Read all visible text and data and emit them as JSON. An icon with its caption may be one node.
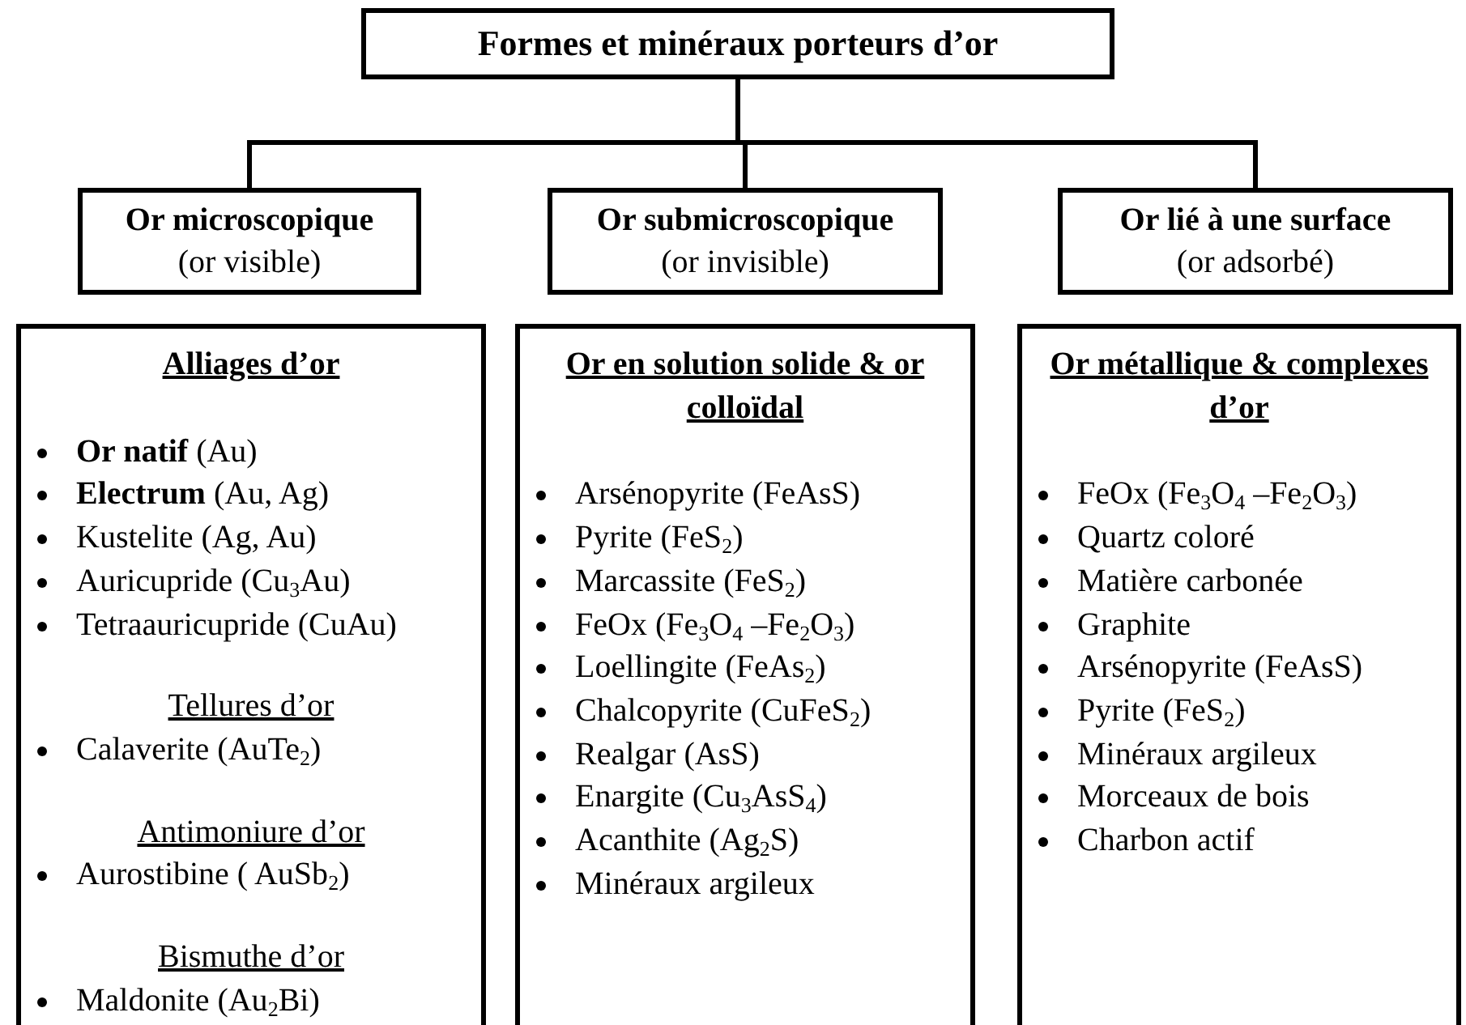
{
  "diagram": {
    "nodes": [
      {
        "text": [
          "Formes et minéraux porteurs d’or"
        ]
      },
      {
        "text": [
          "Or microscopique",
          "(or visible)"
        ]
      },
      {
        "text": [
          "Or submicroscopique",
          "(or invisible)"
        ]
      },
      {
        "text": [
          "Or lié à une surface",
          "(or adsorbé)"
        ]
      },
      {
        "text": [
          "Alliages d’or",
          "**Or natif** (Au)",
          "**Electrum** (Au, Ag)",
          "Kustelite (Ag, Au)",
          "Auricupride (Cu$_{3}$Au)",
          "Tetraauricupride (CuAu)",
          "Tellures d’or",
          "Calaverite (AuTe$_{2}$)",
          "Antimoniure d’or",
          "Aurostibine ( AuSb$_{2}$)",
          "Bismuthe d’or",
          "Maldonite (Au$_{2}$Bi)"
        ]
      },
      {
        "text": [
          "Or en solution solide & or colloïdal",
          "Arsénopyrite (FeAsS)",
          "Pyrite (FeS$_{2}$)",
          "Marcassite (FeS$_{2}$)",
          "FeOx (Fe$_{3}$O$_{4}$ –Fe$_{2}$O$_{3}$)",
          "Loellingite (FeAs$_{2}$)",
          "Chalcopyrite (CuFeS$_{2}$)",
          "Realgar (AsS)",
          "Enargite (Cu$_{3}$AsS$_{4}$)",
          "Acanthite (Ag$_{2}$S)",
          "Minéraux argileux"
        ]
      },
      {
        "text": [
          "Or métallique & complexes d’or",
          "FeOx (Fe$_{3}$O$_{4}$ –Fe$_{2}$O$_{3}$)",
          "Quartz coloré",
          "Matière carbonée",
          "Graphite",
          "Arsénopyrite (FeAsS)",
          "Pyrite (FeS$_{2}$)",
          "Minéraux argileux",
          "Morceaux de bois",
          "Charbon actif"
        ]
      }
    ],
    "edges": [
      {
        "from": 0,
        "to": 1,
        "arrow": "none"
      },
      {
        "from": 0,
        "to": 2,
        "arrow": "none"
      },
      {
        "from": 0,
        "to": 3,
        "arrow": "none"
      }
    ]
  }
}
